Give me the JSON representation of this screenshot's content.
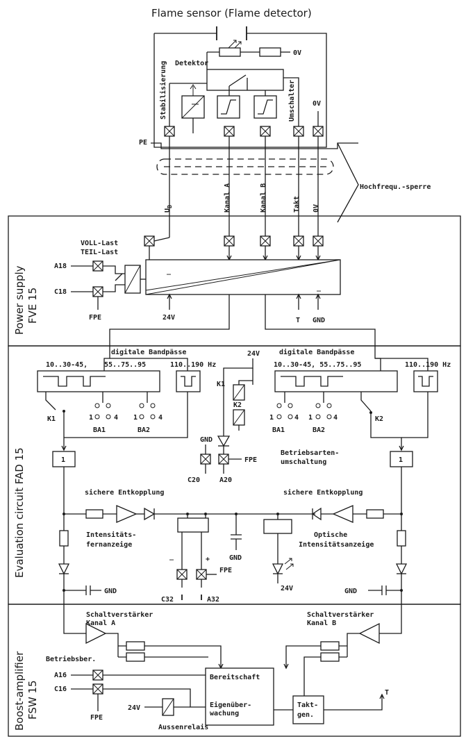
{
  "title": "Flame sensor  (Flame detector)",
  "sections": {
    "power_supply": [
      "Power supply",
      "FVE 15"
    ],
    "evaluation": [
      "Evaluation circuit  FAD 15"
    ],
    "boost": [
      "Boost-amplifier",
      "FSW 15"
    ]
  },
  "sensor": {
    "zero_v": "0V",
    "detektor": "Detektor",
    "stabilisierung": "Stabilisierung",
    "umschalter": "Umschalter",
    "zero_v_right": "0V",
    "pe": "PE"
  },
  "cable": {
    "hf_sperre": "Hochfrequ.-sperre",
    "ub": "U",
    "ub_sub": "B",
    "kanal_a": "Kanal A",
    "kanal_b": "Kanal B",
    "takt": "Takt",
    "zero_v": "0V"
  },
  "power": {
    "voll_last": "VOLL-Last",
    "teil_last": "TEIL-Last",
    "a18": "A18",
    "c18": "C18",
    "fpe": "FPE",
    "minus_left": "_",
    "minus_right": "_",
    "v24": "24V",
    "t": "T",
    "gnd": "GND"
  },
  "evaluation": {
    "bandpass_left": "digitale Bandpässe",
    "bandpass_right": "digitale Bandpässe",
    "range_left_a": "10..30-45,",
    "range_left_b": "55..75..95",
    "range_left_c": "110..190 Hz",
    "range_right_a": "10..30-45, 55..75..95",
    "range_right_c": "110..190 Hz",
    "k1_left": "K1",
    "k2_right": "K2",
    "relay_v24": "24V",
    "relay_k1": "K1",
    "relay_k2": "K2",
    "ba1_left": "BA1",
    "ba2_left": "BA2",
    "ba1_right": "BA1",
    "ba2_right": "BA2",
    "sw_1": "1",
    "sw_4": "4",
    "gnd": "GND",
    "fpe": "FPE",
    "c20": "C20",
    "a20": "A20",
    "betriebsarten": "Betriebsarten-",
    "umschaltung": "umschaltung",
    "or_left": "1",
    "or_right": "1",
    "entkopplung_left": "sichere Entkopplung",
    "entkopplung_right": "sichere Entkopplung",
    "intensitaet_fern_1": "Intensitäts-",
    "intensitaet_fern_2": "fernanzeige",
    "optische_1": "Optische",
    "optische_2": "Intensitätsanzeige",
    "gnd_mid": "GND",
    "minus": "_",
    "plus": "+",
    "fpe_mid": "FPE",
    "c32": "C32",
    "a32": "A32",
    "v24_led": "24V",
    "gnd_left": "GND",
    "gnd_right": "GND"
  },
  "boost": {
    "sv_a_1": "Schaltverstärker",
    "sv_a_2": "Kanal A",
    "sv_b_1": "Schaltverstärker",
    "sv_b_2": "Kanal B",
    "betriebsber": "Betriebsber.",
    "a16": "A16",
    "c16": "C16",
    "fpe": "FPE",
    "v24": "24V",
    "ausserelais": "Aussenrelais",
    "bereitschaft": "Bereitschaft",
    "eigen_1": "Eigenüber-",
    "eigen_2": "wachung",
    "takt_1": "Takt-",
    "takt_2": "gen.",
    "t": "T"
  }
}
